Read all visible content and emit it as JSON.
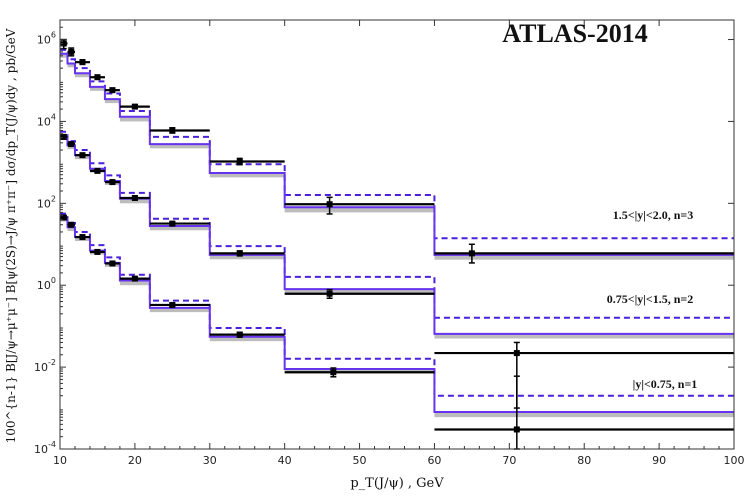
{
  "chart_data": {
    "type": "step",
    "title": "ATLAS-2014",
    "xlabel": "p_T(J/ψ) , GeV",
    "ylabel": "100^{n-1} B[J/ψ→μ⁺μ⁻] B[ψ(2S)→J/ψ π⁺π⁻] dσ/dp_T(J/ψ)dy , pb/GeV",
    "xlim": [
      10,
      100
    ],
    "ylim": [
      0.0001,
      3000000
    ],
    "yscale": "log",
    "x_ticks": [
      10,
      20,
      30,
      40,
      50,
      60,
      70,
      80,
      90,
      100
    ],
    "y_ticks": [
      {
        "value": 0.0001,
        "base": "10",
        "exp": "-4"
      },
      {
        "value": 0.01,
        "base": "10",
        "exp": "-2"
      },
      {
        "value": 1,
        "base": "10",
        "exp": "0"
      },
      {
        "value": 100,
        "base": "10",
        "exp": "2"
      },
      {
        "value": 10000,
        "base": "10",
        "exp": "4"
      },
      {
        "value": 1000000,
        "base": "10",
        "exp": "6"
      }
    ],
    "bin_edges": [
      10,
      11,
      12,
      14,
      16,
      18,
      22,
      30,
      40,
      60,
      100
    ],
    "sets": [
      {
        "label": "1.5<|y|<2.0, n=3",
        "theory_solid": [
          450000,
          260000,
          150000,
          70000,
          35000,
          13000,
          2800,
          550,
          80,
          5.5
        ],
        "theory_band_low": [
          360000,
          210000,
          120000,
          56000,
          28000,
          10000,
          2200,
          430,
          60,
          4.2
        ],
        "theory_dashed": [
          560000,
          330000,
          200000,
          95000,
          48000,
          18000,
          4200,
          900,
          160,
          14
        ],
        "data": [
          {
            "x": 10.5,
            "xlo": 10,
            "xhi": 11,
            "y": 800000,
            "ylo": 600000,
            "yhi": 1000000
          },
          {
            "x": 11.5,
            "xlo": 11,
            "xhi": 12,
            "y": 500000,
            "ylo": 400000,
            "yhi": 620000
          },
          {
            "x": 13,
            "xlo": 12,
            "xhi": 14,
            "y": 280000,
            "ylo": 250000,
            "yhi": 320000
          },
          {
            "x": 15,
            "xlo": 14,
            "xhi": 16,
            "y": 120000,
            "ylo": 108000,
            "yhi": 135000
          },
          {
            "x": 17,
            "xlo": 16,
            "xhi": 18,
            "y": 58000,
            "ylo": 52000,
            "yhi": 65000
          },
          {
            "x": 20,
            "xlo": 18,
            "xhi": 22,
            "y": 23000,
            "ylo": 21000,
            "yhi": 25500
          },
          {
            "x": 25,
            "xlo": 22,
            "xhi": 30,
            "y": 6000,
            "ylo": 5200,
            "yhi": 7000
          },
          {
            "x": 34,
            "xlo": 30,
            "xhi": 40,
            "y": 1050,
            "ylo": 880,
            "yhi": 1250
          },
          {
            "x": 46,
            "xlo": 40,
            "xhi": 60,
            "y": 95,
            "ylo": 55,
            "yhi": 140
          },
          {
            "x": 65,
            "xlo": 60,
            "xhi": 100,
            "y": 6,
            "ylo": 3.5,
            "yhi": 10
          }
        ]
      },
      {
        "label": "0.75<|y|<1.5, n=2",
        "theory_solid": [
          4500,
          2600,
          1500,
          700,
          350,
          130,
          28,
          5.5,
          0.8,
          0.065
        ],
        "theory_band_low": [
          3600,
          2100,
          1200,
          560,
          280,
          100,
          22,
          4.3,
          0.6,
          0.05
        ],
        "theory_dashed": [
          5600,
          3300,
          2000,
          950,
          480,
          180,
          42,
          9,
          1.6,
          0.16
        ],
        "data": [
          {
            "x": 10.5,
            "xlo": 10,
            "xhi": 11,
            "y": 4200,
            "ylo": 3700,
            "yhi": 4700
          },
          {
            "x": 11.5,
            "xlo": 11,
            "xhi": 12,
            "y": 2800,
            "ylo": 2500,
            "yhi": 3100
          },
          {
            "x": 13,
            "xlo": 12,
            "xhi": 14,
            "y": 1500,
            "ylo": 1350,
            "yhi": 1650
          },
          {
            "x": 15,
            "xlo": 14,
            "xhi": 16,
            "y": 620,
            "ylo": 560,
            "yhi": 690
          },
          {
            "x": 17,
            "xlo": 16,
            "xhi": 18,
            "y": 330,
            "ylo": 300,
            "yhi": 365
          },
          {
            "x": 20,
            "xlo": 18,
            "xhi": 22,
            "y": 135,
            "ylo": 122,
            "yhi": 150
          },
          {
            "x": 25,
            "xlo": 22,
            "xhi": 30,
            "y": 32,
            "ylo": 29,
            "yhi": 35
          },
          {
            "x": 34,
            "xlo": 30,
            "xhi": 40,
            "y": 6,
            "ylo": 5.2,
            "yhi": 6.9
          },
          {
            "x": 46,
            "xlo": 40,
            "xhi": 60,
            "y": 0.62,
            "ylo": 0.48,
            "yhi": 0.78
          },
          {
            "x": 71,
            "xlo": 60,
            "xhi": 100,
            "y": 0.022,
            "ylo": 0.001,
            "yhi": 0.04
          }
        ]
      },
      {
        "label": "|y|<0.75, n=1",
        "theory_solid": [
          45,
          26,
          15,
          7,
          3.5,
          1.3,
          0.28,
          0.055,
          0.009,
          0.0008
        ],
        "theory_band_low": [
          36,
          21,
          12,
          5.6,
          2.8,
          1.0,
          0.22,
          0.043,
          0.007,
          0.0006
        ],
        "theory_dashed": [
          56,
          33,
          20,
          9.5,
          4.8,
          1.8,
          0.42,
          0.09,
          0.016,
          0.002
        ],
        "data": [
          {
            "x": 10.5,
            "xlo": 10,
            "xhi": 11,
            "y": 45,
            "ylo": 40,
            "yhi": 50
          },
          {
            "x": 11.5,
            "xlo": 11,
            "xhi": 12,
            "y": 30,
            "ylo": 27,
            "yhi": 33
          },
          {
            "x": 13,
            "xlo": 12,
            "xhi": 14,
            "y": 15,
            "ylo": 13.5,
            "yhi": 16.5
          },
          {
            "x": 15,
            "xlo": 14,
            "xhi": 16,
            "y": 6.5,
            "ylo": 5.9,
            "yhi": 7.2
          },
          {
            "x": 17,
            "xlo": 16,
            "xhi": 18,
            "y": 3.4,
            "ylo": 3.1,
            "yhi": 3.8
          },
          {
            "x": 20,
            "xlo": 18,
            "xhi": 22,
            "y": 1.45,
            "ylo": 1.3,
            "yhi": 1.6
          },
          {
            "x": 25,
            "xlo": 22,
            "xhi": 30,
            "y": 0.33,
            "ylo": 0.3,
            "yhi": 0.36
          },
          {
            "x": 34,
            "xlo": 30,
            "xhi": 40,
            "y": 0.062,
            "ylo": 0.054,
            "yhi": 0.071
          },
          {
            "x": 46.5,
            "xlo": 40,
            "xhi": 60,
            "y": 0.0075,
            "ylo": 0.0058,
            "yhi": 0.0095
          },
          {
            "x": 71,
            "xlo": 60,
            "xhi": 100,
            "y": 0.0003,
            "ylo": 0.0001,
            "yhi": 0.006
          }
        ]
      }
    ]
  },
  "colors": {
    "data": "#000000",
    "theory_solid": "#6633ee",
    "theory_dashed": "#4a20dd",
    "band": "#bdbdbd",
    "axis": "#333333"
  }
}
